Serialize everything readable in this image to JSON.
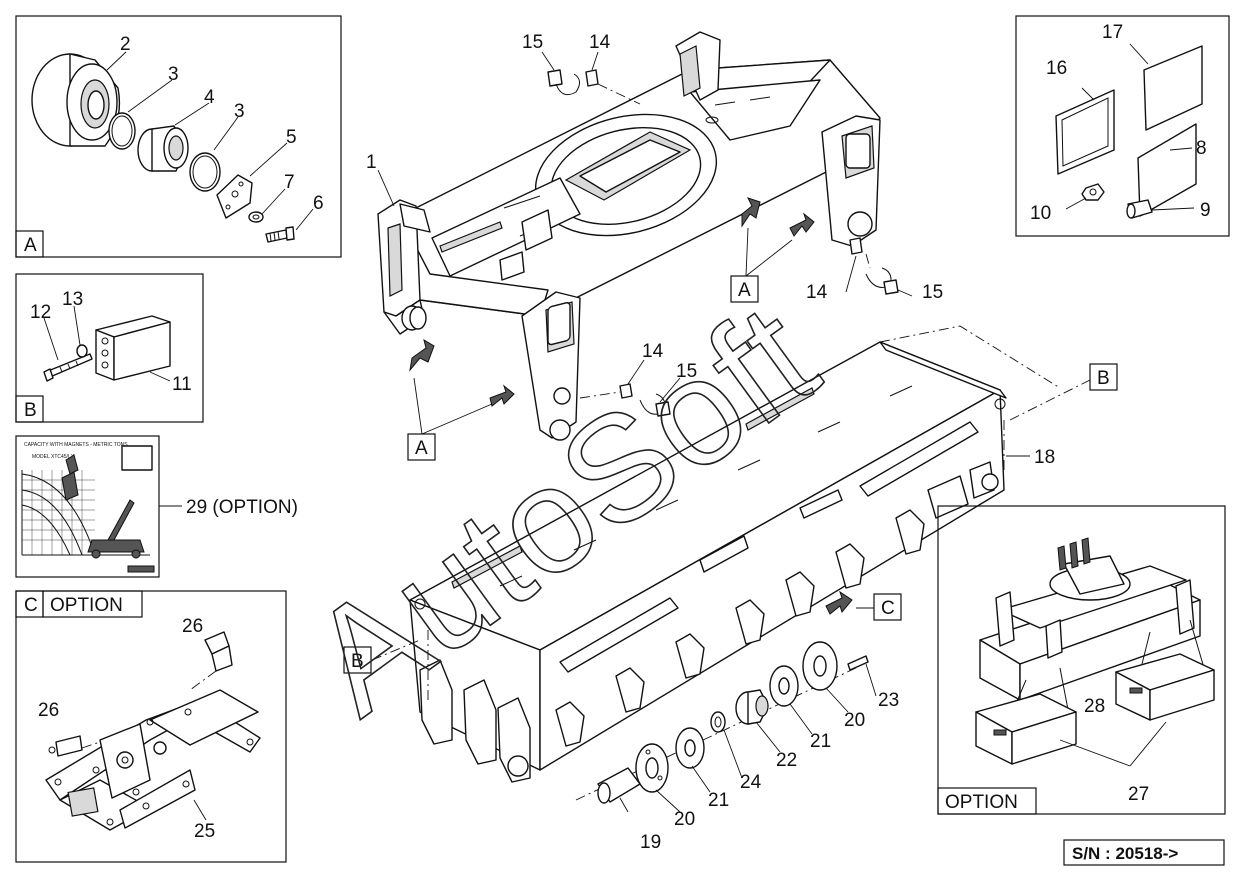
{
  "watermark": "AutoSoft",
  "serial": "S/N :   20518->",
  "callouts": {
    "c1": "1",
    "c2": "2",
    "c3a": "3",
    "c3b": "3",
    "c4": "4",
    "c5": "5",
    "c6": "6",
    "c7": "7",
    "c8": "8",
    "c9": "9",
    "c10": "10",
    "c11": "11",
    "c12": "12",
    "c13": "13",
    "c14a": "14",
    "c14b": "14",
    "c14c": "14",
    "c15a": "15",
    "c15b": "15",
    "c15c": "15",
    "c16": "16",
    "c17": "17",
    "c18": "18",
    "c19": "19",
    "c20a": "20",
    "c20b": "20",
    "c21a": "21",
    "c21b": "21",
    "c22": "22",
    "c23": "23",
    "c24": "24",
    "c25": "25",
    "c26a": "26",
    "c26b": "26",
    "c27": "27",
    "c28": "28",
    "c29": "29 (OPTION)"
  },
  "view_tags": {
    "a_box": "A",
    "a_tag1": "A",
    "a_tag2": "A",
    "b_box": "B",
    "b_tag1": "B",
    "b_tag2": "B",
    "c_box": "C",
    "c_tag": "C",
    "c_option": "OPTION",
    "option_box": "OPTION"
  },
  "chart_thumb": {
    "title": "CAPACITY WITH MAGNETS - METRIC TONS",
    "model": "MODEL XTC45/LX"
  },
  "colors": {
    "line": "#111111",
    "background": "#ffffff",
    "shade": "#d9d9d9"
  }
}
